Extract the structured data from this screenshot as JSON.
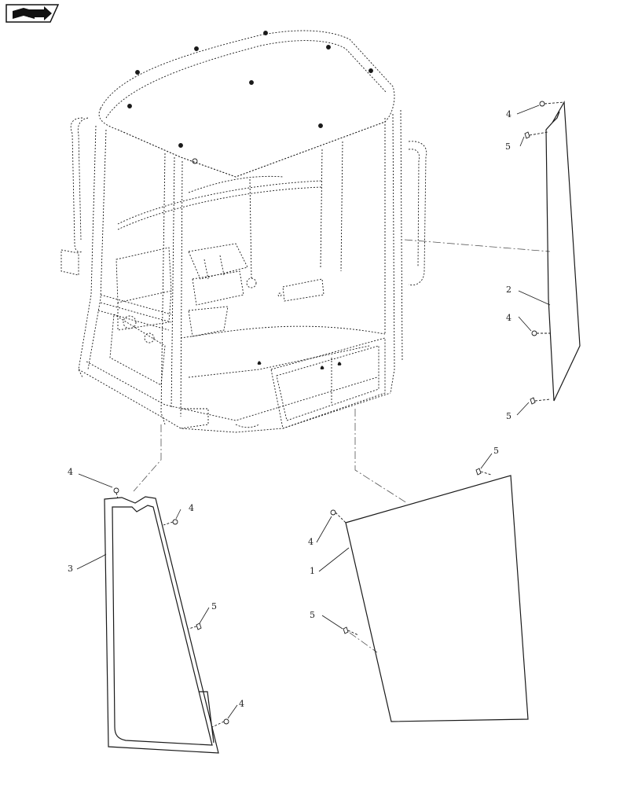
{
  "navigation": {
    "icon": "book-arrow-icon"
  },
  "callouts": {
    "top_right_4": "4",
    "top_right_5": "5",
    "right_2": "2",
    "right_4": "4",
    "right_5": "5",
    "left_4_top": "4",
    "left_4_mid": "4",
    "left_3": "3",
    "left_5": "5",
    "left_4_bottom": "4",
    "bottom_5_top": "5",
    "bottom_4": "4",
    "bottom_1": "1",
    "bottom_5_mid": "5"
  },
  "colors": {
    "line": "#1a1a1a",
    "dashed": "#555555"
  }
}
